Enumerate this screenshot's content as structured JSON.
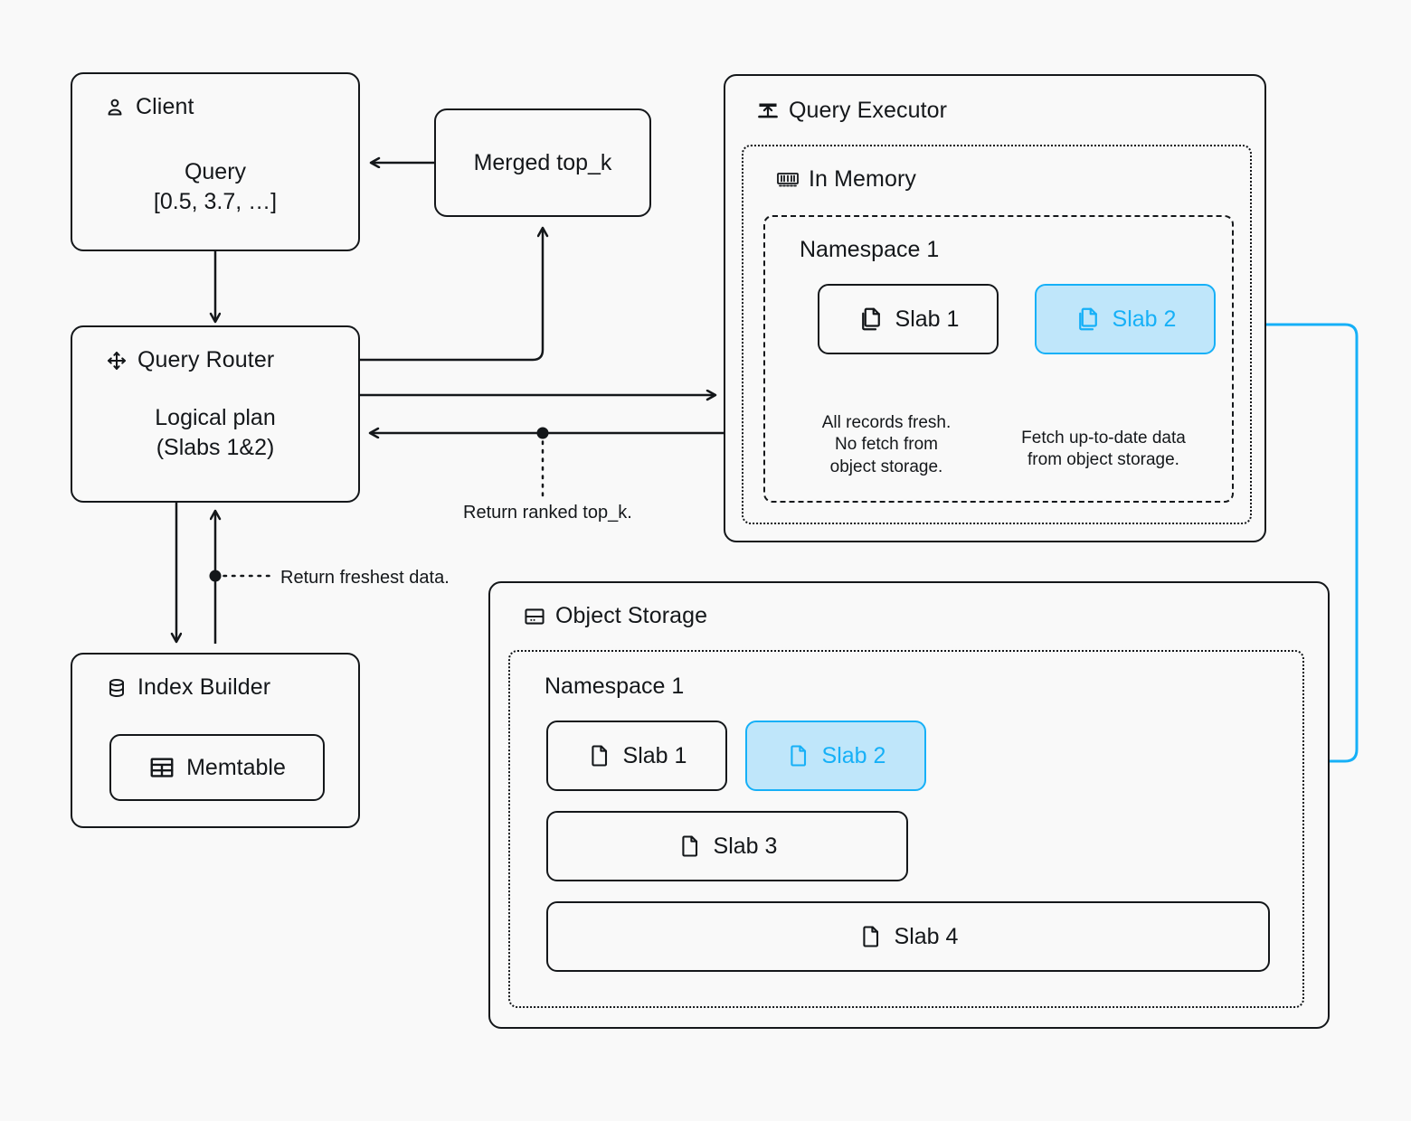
{
  "canvas": {
    "background": "#f9f9f9",
    "stroke": "#14171a",
    "accent": "#16b0f7",
    "accent_fill": "#bfe6fa"
  },
  "nodes": {
    "client": {
      "title": "Client",
      "icon": "user-icon",
      "body": "Query\n[0.5, 3.7, …]"
    },
    "merged": {
      "label": "Merged top_k"
    },
    "router": {
      "title": "Query Router",
      "icon": "move-arrows-icon",
      "body": "Logical plan\n(Slabs 1&2)"
    },
    "index_builder": {
      "title": "Index Builder",
      "icon": "database-icon",
      "memtable": "Memtable",
      "memtable_icon": "table-icon"
    },
    "query_executor": {
      "title": "Query Executor",
      "icon": "upload-tray-icon"
    },
    "in_memory": {
      "title": "In Memory",
      "icon": "ram-stick-icon"
    },
    "memory_namespace": {
      "title": "Namespace 1"
    },
    "object_storage": {
      "title": "Object Storage",
      "icon": "server-icon"
    },
    "storage_namespace": {
      "title": "Namespace 1"
    }
  },
  "memory_slabs": [
    {
      "label": "Slab 1",
      "icon": "copy-files-icon",
      "highlight": false,
      "note": "All records fresh.\nNo fetch from\nobject storage."
    },
    {
      "label": "Slab 2",
      "icon": "copy-files-icon",
      "highlight": true,
      "note": "Fetch up-to-date data\nfrom object storage."
    }
  ],
  "storage_slabs": [
    {
      "label": "Slab 1",
      "icon": "file-icon",
      "highlight": false
    },
    {
      "label": "Slab 2",
      "icon": "file-icon",
      "highlight": true
    },
    {
      "label": "Slab 3",
      "icon": "file-icon",
      "highlight": false
    },
    {
      "label": "Slab 4",
      "icon": "file-icon",
      "highlight": false
    }
  ],
  "edge_labels": {
    "ranked_topk": "Return ranked top_k.",
    "freshest": "Return freshest  data."
  }
}
